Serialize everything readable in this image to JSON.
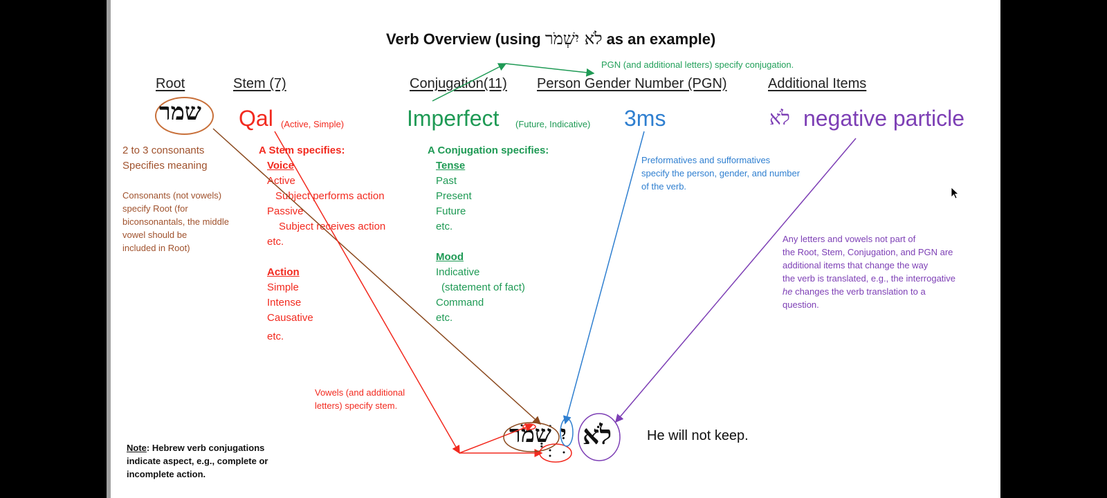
{
  "title": {
    "prefix": "Verb Overview (using",
    "hebrew_example": "לֹא יִשְׁמֹר",
    "suffix": "as an example)"
  },
  "green_top_note": "PGN (and additional letters) specify conjugation.",
  "headers": {
    "root": "Root",
    "stem": "Stem (7)",
    "conjugation": "Conjugation(11)",
    "pgn": "Person Gender Number (PGN)",
    "additional": "Additional Items"
  },
  "values": {
    "root_hebrew": "שמר",
    "stem": "Qal",
    "stem_note": "(Active, Simple)",
    "conjugation": "Imperfect",
    "conjugation_note": "(Future, Indicative)",
    "pgn": "3ms",
    "additional_hebrew": "לֹא",
    "additional": "negative particle"
  },
  "root_block": {
    "lines": [
      "2 to 3 consonants",
      "Specifies meaning"
    ],
    "note_lines": [
      "Consonants (not vowels)",
      "specify Root (for",
      "biconsonantals, the middle",
      "vowel should be",
      "included in Root)"
    ]
  },
  "stem_block": {
    "heading": "A Stem specifies:",
    "voice_label": "Voice",
    "voice_items": [
      "Active",
      "Subject performs action",
      "Passive",
      "Subject receives action",
      "etc."
    ],
    "action_label": "Action",
    "action_items": [
      "Simple",
      "Intense",
      "Causative",
      "etc."
    ]
  },
  "conj_block": {
    "heading": "A Conjugation specifies:",
    "tense_label": "Tense",
    "tense_items": [
      "Past",
      "Present",
      "Future",
      "etc."
    ],
    "mood_label": "Mood",
    "mood_items": [
      "Indicative",
      "(statement of fact)",
      "Command",
      "etc."
    ]
  },
  "pgn_block": {
    "lines": [
      "Preformatives and sufformatives",
      "specify the person, gender, and number",
      "of the verb."
    ]
  },
  "additional_block": {
    "lines": [
      "Any letters and vowels not part of",
      "the Root, Stem, Conjugation, and PGN are",
      "additional items that change the way",
      "the verb is translated, e.g., the interrogative"
    ],
    "italic_word": "he",
    "line5_rest": " changes the verb translation to a",
    "line6": "question."
  },
  "vowels_note": [
    "Vowels (and additional",
    "letters) specify stem."
  ],
  "final_verb": {
    "shamar": "שְׁמֹר",
    "yod": "יִ",
    "lo": "לֹא"
  },
  "translation": "He will not keep.",
  "note": {
    "label": "Note",
    "text_1": ": Hebrew verb conjugations",
    "text_2": "indicate aspect, e.g., complete or",
    "text_3": "incomplete action."
  },
  "colors": {
    "root": "#a0522d",
    "stem": "#f22a1f",
    "conjugation": "#1f9a55",
    "pgn": "#2f7fd0",
    "additional": "#7d3fb5"
  }
}
